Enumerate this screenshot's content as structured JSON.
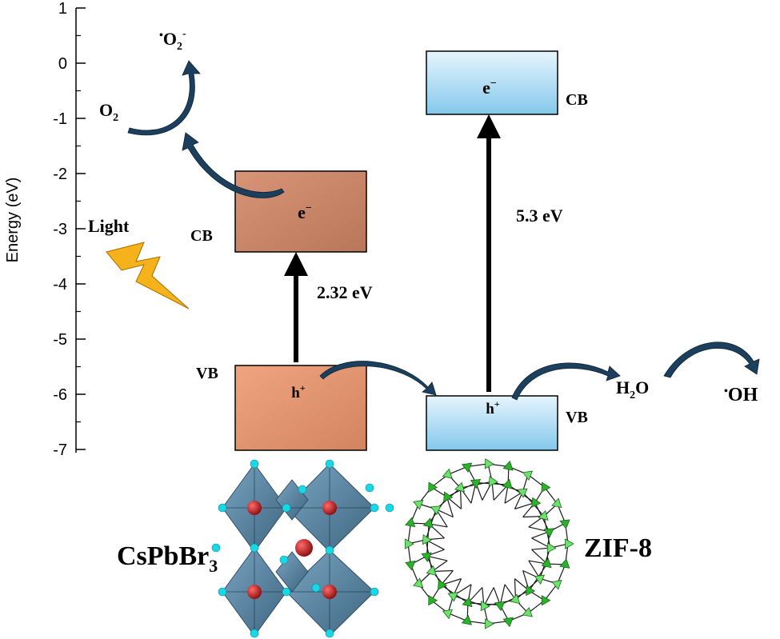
{
  "axis": {
    "label": "Energy (eV)",
    "ticks": [
      "1",
      "0",
      "-1",
      "-2",
      "-3",
      "-4",
      "-5",
      "-6",
      "-7"
    ],
    "range": [
      -7,
      1
    ]
  },
  "csPbBr3": {
    "name_main": "CsPbBr",
    "name_sub": "3",
    "cb_label": "CB",
    "vb_label": "VB",
    "cb_electron": "e",
    "cb_electron_sup": "−",
    "vb_hole": "h",
    "vb_hole_sup": "+",
    "gap_label": "2.32 eV",
    "cb_edge_ev": -1.9,
    "vb_edge_ev": -5.5
  },
  "zif8": {
    "name": "ZIF-8",
    "cb_label": "CB",
    "vb_label": "VB",
    "cb_electron": "e",
    "cb_electron_sup": "−",
    "vb_hole": "h",
    "vb_hole_sup": "+",
    "gap_label": "5.3 eV",
    "cb_edge_ev": 0.25,
    "vb_edge_ev": -6.0
  },
  "species": {
    "o2_main": "O",
    "o2_sub": "2",
    "superoxide_dot": "•",
    "superoxide_main": "O",
    "superoxide_sub": "2",
    "superoxide_sup": "-",
    "h2o_main": "H",
    "h2o_sub": "2",
    "h2o_tail": "O",
    "hydroxyl_dot": "•",
    "hydroxyl_main": "OH"
  },
  "light": {
    "label": "Light"
  },
  "colors": {
    "cspbbr3_fill_top": "#c9856a",
    "cspbbr3_fill_bottom": "#e79a74",
    "zif8_fill_top": "#d6eef9",
    "zif8_fill_bottom": "#7cc3ea",
    "curved_arrow": "#1b3f5c",
    "lightning": "#f5b21a",
    "octahedron": "#3f6f8f",
    "cs_atom": "#b01818",
    "br_atom": "#19d8e6",
    "zif_node": "#2bb22b"
  }
}
